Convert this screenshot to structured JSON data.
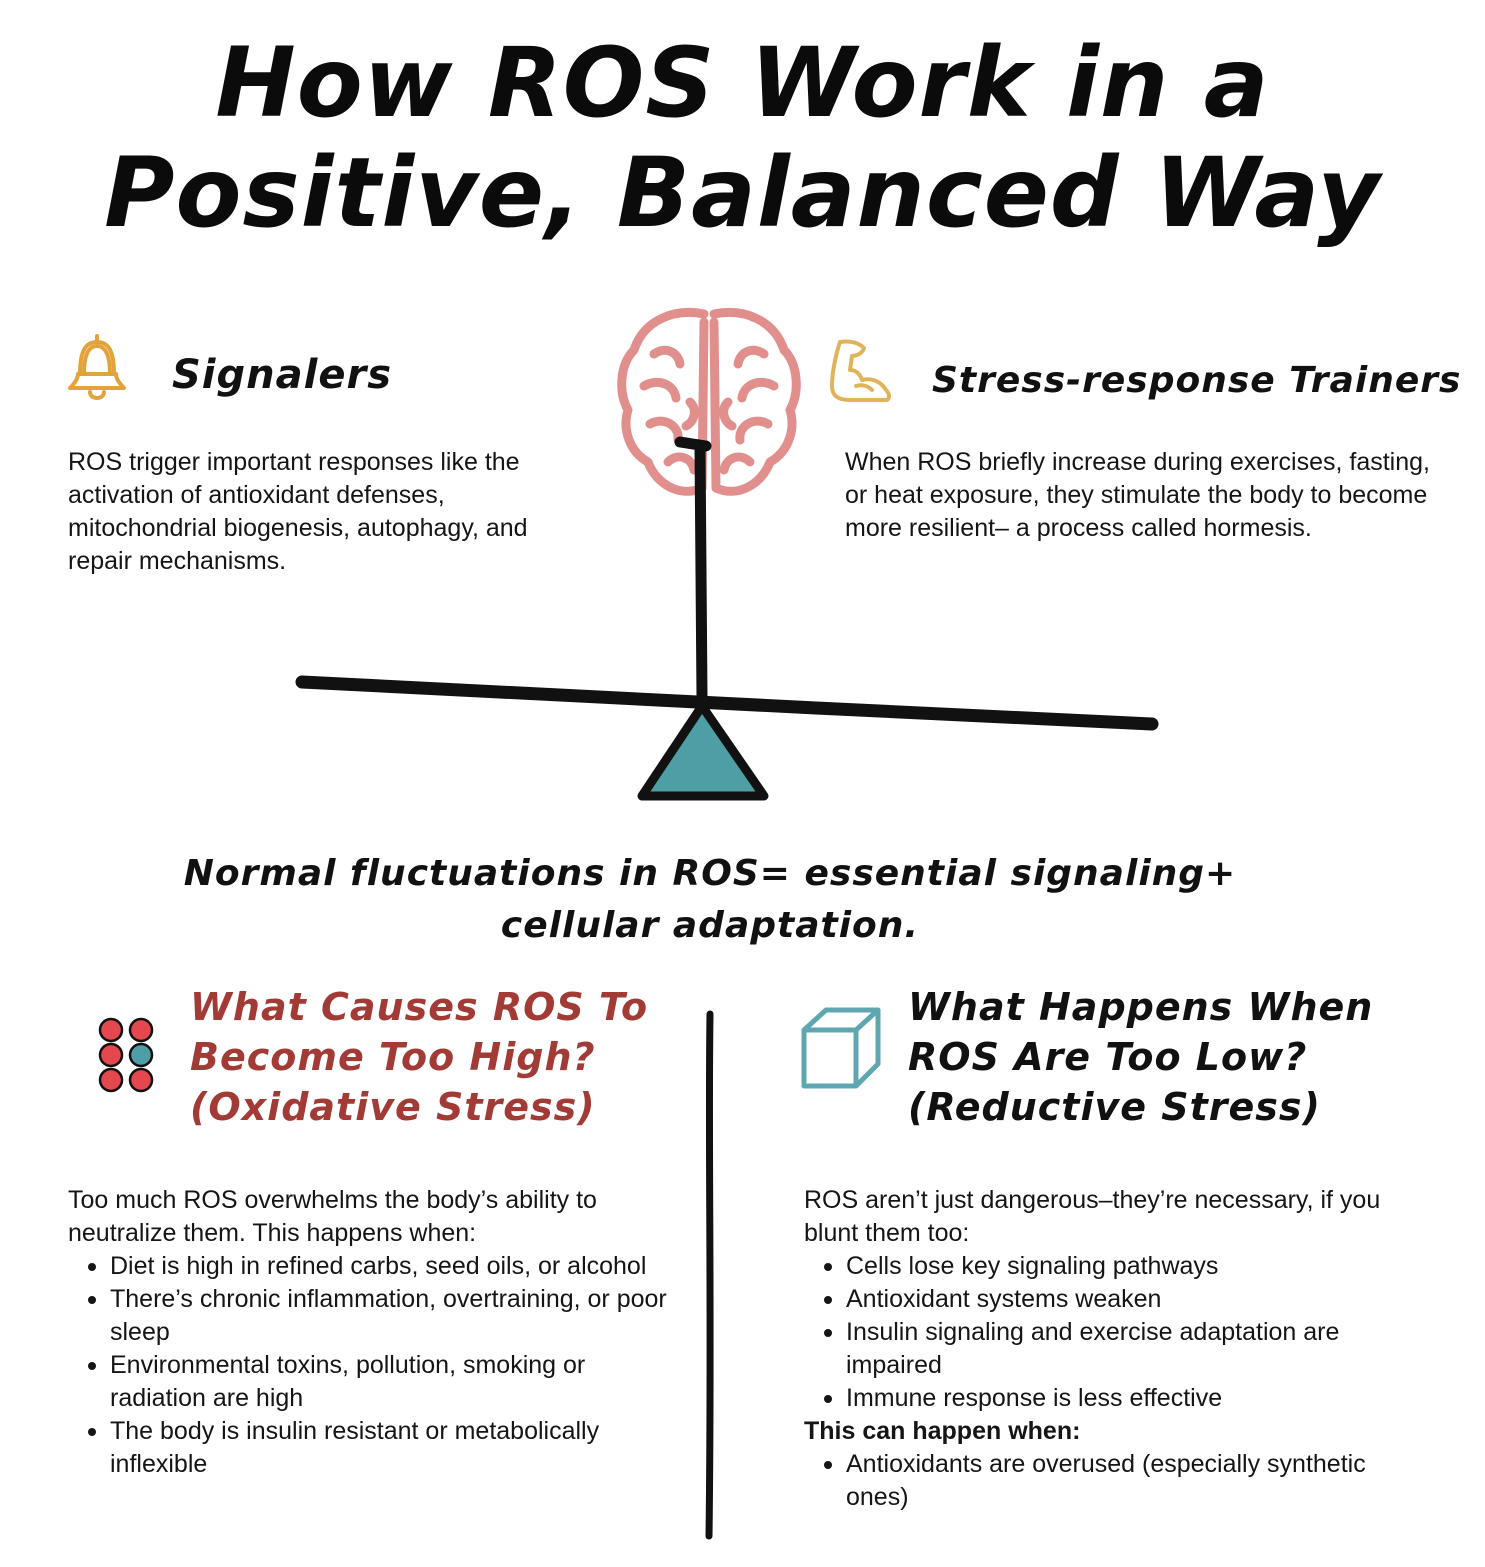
{
  "title_line1": "How ROS Work in a",
  "title_line2": "Positive, Balanced Way",
  "signalers": {
    "title": "Signalers",
    "icon": "bell-icon",
    "body": "ROS trigger important responses like the activation of antioxidant defenses, mitochondrial biogenesis, autophagy, and repair mechanisms."
  },
  "trainers": {
    "title": "Stress-response Trainers",
    "icon": "flexed-bicep-icon",
    "body": "When ROS briefly increase during exercises, fasting, or heat exposure, they stimulate the body to become more resilient– a process called hormesis."
  },
  "center_icon": "brain-icon",
  "balance_icon": "balance-scale",
  "normal_note_line1": "Normal fluctuations in ROS= essential signaling+",
  "normal_note_line2": "cellular adaptation.",
  "high": {
    "title_line1": "What Causes ROS To",
    "title_line2": "Become Too High?",
    "title_line3": "(Oxidative Stress)",
    "icon": "molecule-dots-icon",
    "intro": "Too much ROS overwhelms the body’s ability to neutralize them. This happens when:",
    "bullets": [
      "Diet is high in refined carbs, seed oils, or alcohol",
      "There’s chronic inflammation, overtraining, or poor sleep",
      "Environmental toxins, pollution, smoking or radiation are high",
      "The body is insulin resistant or metabolically inflexible"
    ]
  },
  "low": {
    "title_line1": "What Happens When",
    "title_line2": "ROS Are Too Low?",
    "title_line3": "(Reductive Stress)",
    "icon": "cube-icon",
    "intro": "ROS aren’t just dangerous–they’re necessary, if you blunt them too:",
    "bullets": [
      "Cells lose key signaling pathways",
      "Antioxidant systems weaken",
      "Insulin signaling and exercise adaptation are impaired",
      "Immune response is less effective"
    ],
    "subhead": "This can happen when:",
    "bullets2": [
      "Antioxidants are overused (especially synthetic ones)"
    ]
  },
  "colors": {
    "ink": "#111111",
    "accent_red": "#a23a36",
    "bell_gold": "#e3a33c",
    "bicep_gold": "#e0b35a",
    "brain_pink": "#e08f8c",
    "teal": "#4e9ea6",
    "dot_red": "#e5474f",
    "cube_teal": "#5fa7b0"
  }
}
